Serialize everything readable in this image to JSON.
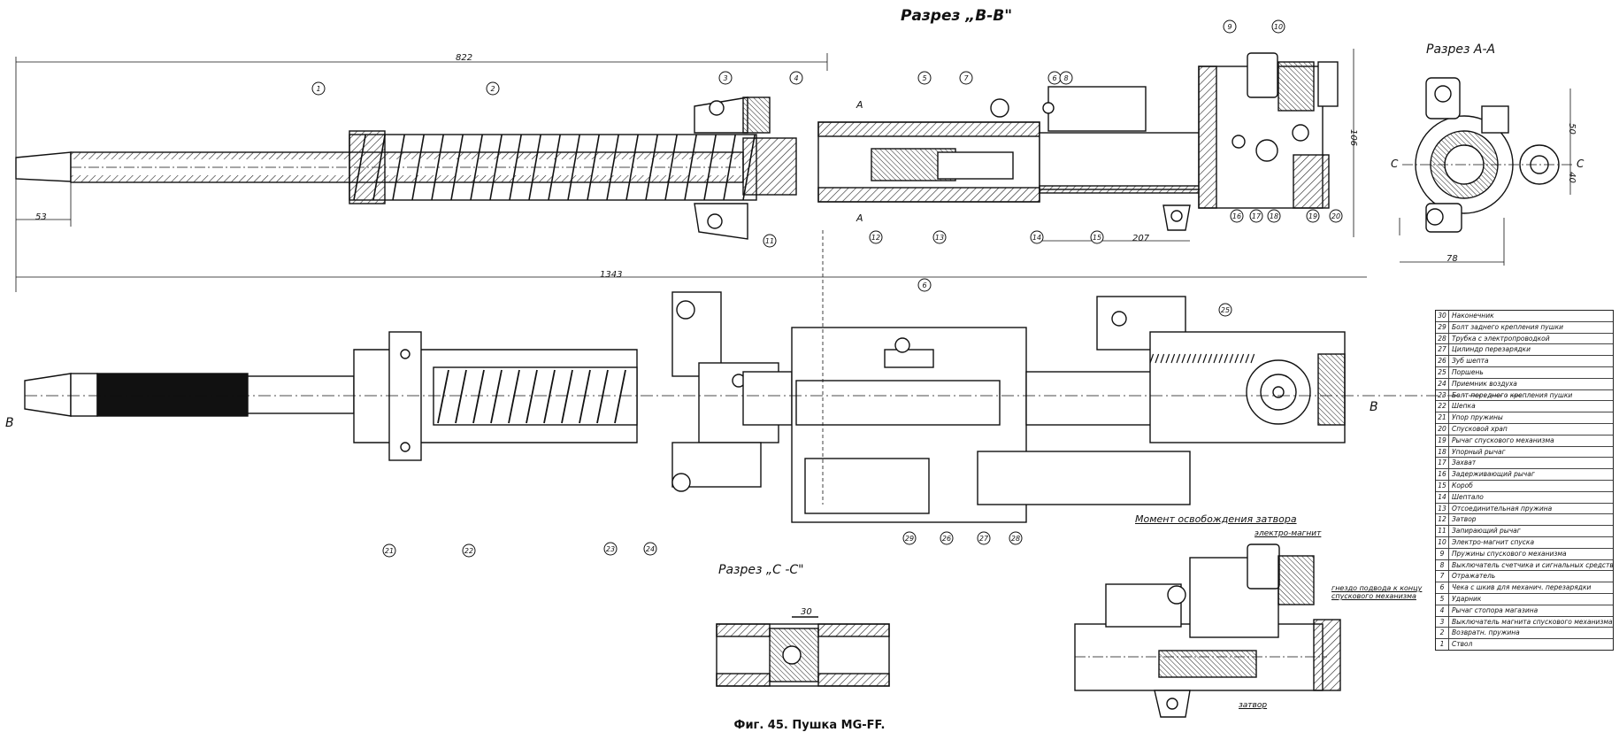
{
  "titles": {
    "section_bb": "Разрез „В-В\"",
    "section_aa": "Разрез А-А",
    "section_cc": "Разрез „С -С\"",
    "moment": "Момент освобождения затвора"
  },
  "caption": "Фиг. 45. Пушка MG-FF.",
  "dimensions": {
    "d822": "822",
    "d1343": "1343",
    "d53": "53",
    "d207": "207",
    "d106": "106",
    "d50": "50",
    "d40": "40",
    "d78": "78",
    "d30": "30"
  },
  "section_marks": {
    "a_top": "А",
    "a_bottom": "А",
    "c_left": "С",
    "c_right": "С",
    "b_left": "В",
    "b_right": "В"
  },
  "detail_labels": {
    "electromagnet": "электро-магнит",
    "socket": "гнездо подвода к концу спускового механизма",
    "bolt": "затвор"
  },
  "callouts_top": [
    "1",
    "2",
    "3",
    "4",
    "5",
    "6",
    "7",
    "8",
    "9",
    "10",
    "11",
    "12",
    "13",
    "14",
    "15",
    "16",
    "17",
    "18",
    "19",
    "20"
  ],
  "callouts_bottom": [
    "6",
    "21",
    "22",
    "23",
    "24",
    "25",
    "26",
    "27",
    "28",
    "29"
  ],
  "legend": [
    {
      "num": "30",
      "name": "Наконечник"
    },
    {
      "num": "29",
      "name": "Болт заднего крепления пушки"
    },
    {
      "num": "28",
      "name": "Трубка с электропроводкой"
    },
    {
      "num": "27",
      "name": "Цилиндр перезарядки"
    },
    {
      "num": "26",
      "name": "Зуб шепта"
    },
    {
      "num": "25",
      "name": "Поршень"
    },
    {
      "num": "24",
      "name": "Приемник воздуха"
    },
    {
      "num": "23",
      "name": "Болт переднего крепления пушки"
    },
    {
      "num": "22",
      "name": "Шепка"
    },
    {
      "num": "21",
      "name": "Упор пружины"
    },
    {
      "num": "20",
      "name": "Спусковой храп"
    },
    {
      "num": "19",
      "name": "Рычаг спускового механизма"
    },
    {
      "num": "18",
      "name": "Упорный рычаг"
    },
    {
      "num": "17",
      "name": "Захват"
    },
    {
      "num": "16",
      "name": "Задерживающий рычаг"
    },
    {
      "num": "15",
      "name": "Короб"
    },
    {
      "num": "14",
      "name": "Шептало"
    },
    {
      "num": "13",
      "name": "Отсоединительная пружина"
    },
    {
      "num": "12",
      "name": "Затвор"
    },
    {
      "num": "11",
      "name": "Запирающий рычаг"
    },
    {
      "num": "10",
      "name": "Электро-магнит спуска"
    },
    {
      "num": "9",
      "name": "Пружины спускового механизма"
    },
    {
      "num": "8",
      "name": "Выключатель счетчика и сигнальных средств"
    },
    {
      "num": "7",
      "name": "Отражатель"
    },
    {
      "num": "6",
      "name": "Чека с шкив для механич. перезарядки"
    },
    {
      "num": "5",
      "name": "Ударник"
    },
    {
      "num": "4",
      "name": "Рычаг стопора магазина"
    },
    {
      "num": "3",
      "name": "Выключатель магнита спускового механизма"
    },
    {
      "num": "2",
      "name": "Возвратн. пружина"
    },
    {
      "num": "1",
      "name": "Ствол"
    }
  ]
}
